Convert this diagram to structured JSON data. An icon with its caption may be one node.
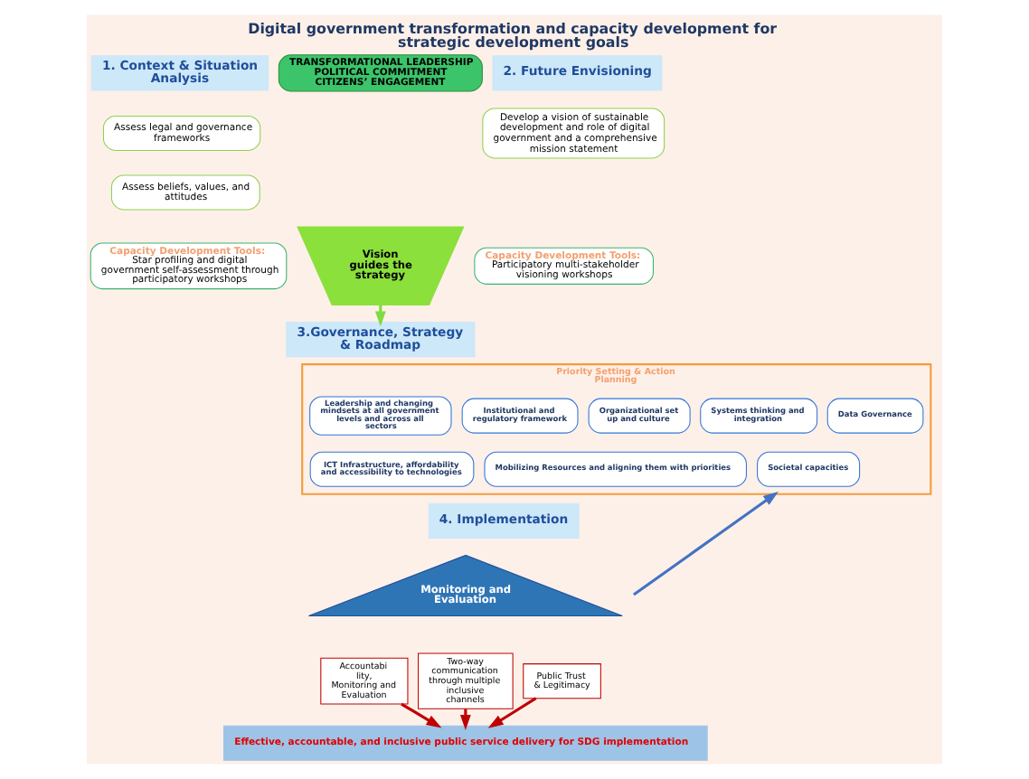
{
  "diagram": {
    "title": "Digital government transformation and capacity development for strategic development goals",
    "nodes": [
      {
        "text": [
          "1. Context & Situation Analysis"
        ]
      },
      {
        "text": [
          "Assess legal and governance frameworks"
        ]
      },
      {
        "text": [
          "Assess beliefs, values, and attitudes"
        ]
      },
      {
        "text": [
          "Capacity Development Tools:",
          "Star profiling and digital government self-assessment through participatory workshops"
        ]
      },
      {
        "text": [
          "TRANSFORMATIONAL LEADERSHIP POLITICAL COMMITMENT CITIZENS’ ENGAGEMENT"
        ]
      },
      {
        "text": [
          "2. Future Envisioning"
        ]
      },
      {
        "text": [
          "Develop a vision of sustainable development and role of digital government and a comprehensive mission statement"
        ]
      },
      {
        "text": [
          "Capacity Development Tools:",
          "Participatory multi-stakeholder visioning workshops"
        ]
      },
      {
        "text": [
          "Vision guides the strategy"
        ]
      },
      {
        "text": [
          "3.Governance, Strategy & Roadmap"
        ]
      },
      {
        "text": [
          "Priority Setting & Action Planning"
        ]
      },
      {
        "text": [
          "Leadership and changing mindsets at all government levels and across all sectors"
        ],
        "in": 10
      },
      {
        "text": [
          "Institutional and regulatory framework"
        ],
        "in": 10
      },
      {
        "text": [
          "Organizational set up and culture"
        ],
        "in": 10
      },
      {
        "text": [
          "Systems thinking and integration"
        ],
        "in": 10
      },
      {
        "text": [
          "Data Governance"
        ],
        "in": 10
      },
      {
        "text": [
          "ICT Infrastructure, affordability and accessibility to technologies"
        ],
        "in": 10
      },
      {
        "text": [
          "Mobilizing Resources and aligning them with priorities"
        ],
        "in": 10
      },
      {
        "text": [
          "Societal capacities"
        ],
        "in": 10
      },
      {
        "text": [
          "4. Implementation"
        ]
      },
      {
        "text": [
          "Monitoring and Evaluation"
        ]
      },
      {
        "text": [
          "Accountabi lity, Monitoring and Evaluation"
        ]
      },
      {
        "text": [
          "Two-way communication through multiple inclusive channels"
        ]
      },
      {
        "text": [
          "Public Trust & Legitimacy"
        ]
      },
      {
        "text": [
          "Effective, accountable, and inclusive public service delivery for SDG implementation"
        ]
      }
    ],
    "edges": [
      {
        "from": 8,
        "to": 9,
        "arrow": "to",
        "color": "#7fdc3c"
      },
      {
        "from": 21,
        "to": 24,
        "arrow": "to"
      },
      {
        "from": 22,
        "to": 24,
        "arrow": "to"
      },
      {
        "from": 23,
        "to": 24,
        "arrow": "to"
      },
      {
        "from": null,
        "to": 10,
        "arrow": "to",
        "color": "#4472c4"
      }
    ]
  }
}
